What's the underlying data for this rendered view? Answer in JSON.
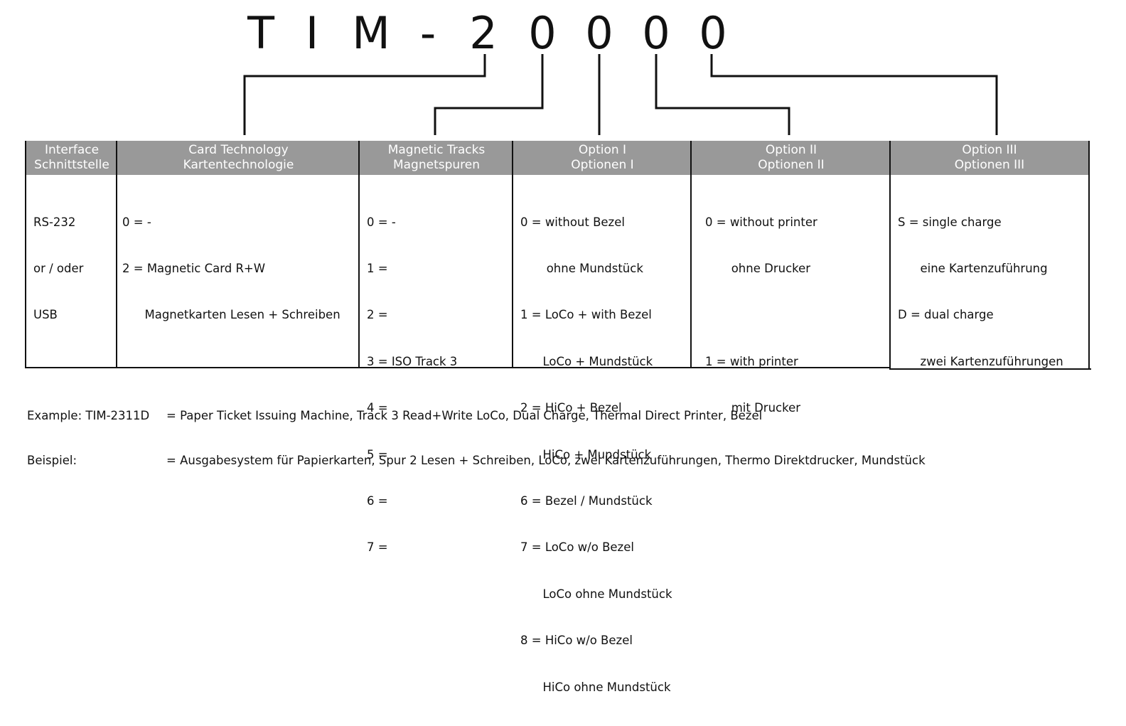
{
  "title_chars": [
    "T",
    "I",
    "M",
    "-",
    "2",
    "0",
    "0",
    "0",
    "0"
  ],
  "columns": [
    {
      "head": [
        "Interface",
        "Schnittstelle"
      ],
      "lines": [
        "RS-232",
        "or / oder",
        "USB"
      ]
    },
    {
      "head": [
        "Card Technology",
        "Kartentechnologie"
      ],
      "lines": [
        "0 = -",
        "2 = Magnetic Card R+W",
        "      Magnetkarten Lesen + Schreiben"
      ]
    },
    {
      "head": [
        "Magnetic Tracks",
        "Magnetspuren"
      ],
      "lines": [
        "0 = -",
        "1 =",
        "2 =",
        "3 = ISO Track 3",
        "4 =",
        "5 =",
        "6 =",
        "7 ="
      ]
    },
    {
      "head": [
        "Option I",
        "Optionen I"
      ],
      "lines": [
        "0 = without Bezel",
        "       ohne Mundstück",
        "1 = LoCo + with Bezel",
        "      LoCo + Mundstück",
        "2 = HiCo + Bezel",
        "      HiCo + Mundstück",
        "6 = Bezel / Mundstück",
        "7 = LoCo w/o Bezel",
        "      LoCo ohne Mundstück",
        "8 = HiCo w/o Bezel",
        "      HiCo ohne Mundstück"
      ]
    },
    {
      "head": [
        "Option II",
        "Optionen II"
      ],
      "lines": [
        "0 = without printer",
        "       ohne Drucker",
        "",
        "1 = with printer",
        "       mit Drucker"
      ]
    },
    {
      "head": [
        "Option III",
        "Optionen III"
      ],
      "lines": [
        "S = single charge",
        "      eine Kartenzuführung",
        "D = dual charge",
        "      zwei Kartenzuführungen"
      ]
    }
  ],
  "example": {
    "row1_key": "Example: TIM-2311D",
    "row1_val": "= Paper Ticket Issuing Machine, Track 3 Read+Write LoCo, Dual Charge, Thermal Direct Printer, Bezel",
    "row2_key": "Beispiel:",
    "row2_val": "= Ausgabesystem für Papierkarten, Spur 2 Lesen + Schreiben, LoCo, zwei Kartenzuführungen, Thermo Direktdrucker, Mundstück"
  }
}
